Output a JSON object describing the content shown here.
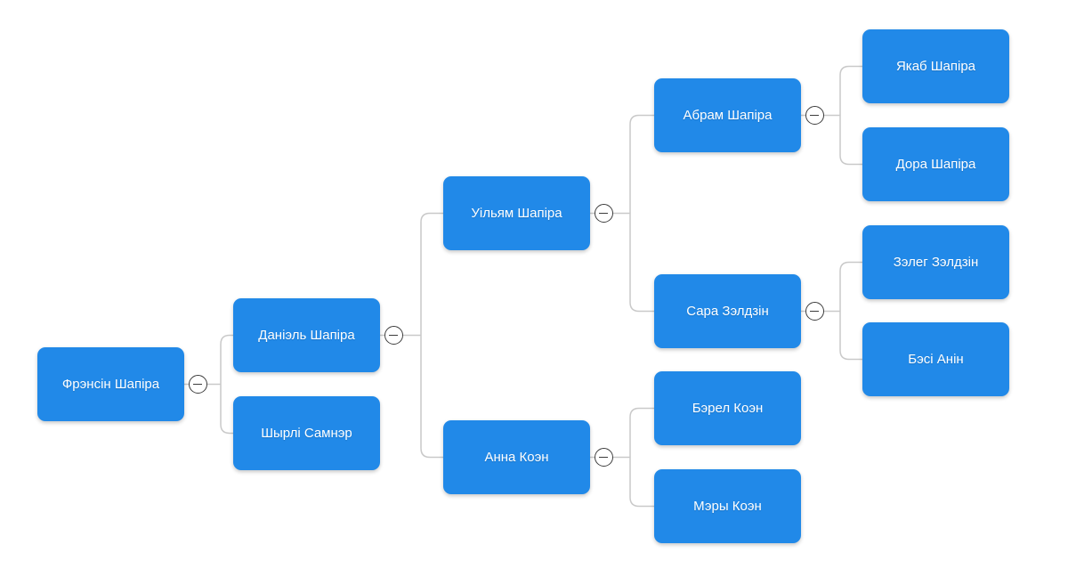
{
  "app": {
    "background_color": "#ffffff"
  },
  "colors": {
    "node_fill": "#2189e8",
    "node_text": "#ffffff",
    "connector_line": "#c9c9c9",
    "toggle_border": "#3c3c3c",
    "toggle_fill": "#ffffff"
  },
  "toggle": {
    "icon": "minus-icon"
  },
  "tree": {
    "root_id": "fransin-shapira",
    "nodes": [
      {
        "id": "fransin-shapira",
        "label": "Фрэнсін Шапіра",
        "children": [
          "daniel-shapira",
          "shyrli-samner"
        ],
        "collapse_toggle": true
      },
      {
        "id": "daniel-shapira",
        "label": "Даніэль Шапіра",
        "children": [
          "uiliam-shapira",
          "anna-koen"
        ],
        "collapse_toggle": true
      },
      {
        "id": "shyrli-samner",
        "label": "Шырлі Самнэр",
        "children": [],
        "collapse_toggle": false
      },
      {
        "id": "uiliam-shapira",
        "label": "Уільям Шапіра",
        "children": [
          "abram-shapira",
          "sara-zeldzin"
        ],
        "collapse_toggle": true
      },
      {
        "id": "anna-koen",
        "label": "Анна Коэн",
        "children": [
          "berel-koen",
          "mary-koen"
        ],
        "collapse_toggle": true
      },
      {
        "id": "abram-shapira",
        "label": "Абрам Шапіра",
        "children": [
          "yakab-shapira",
          "dora-shapira"
        ],
        "collapse_toggle": true
      },
      {
        "id": "sara-zeldzin",
        "label": "Сара Зэлдзін",
        "children": [
          "zeleg-zeldzin",
          "besi-anin"
        ],
        "collapse_toggle": true
      },
      {
        "id": "berel-koen",
        "label": "Бэрел Коэн",
        "children": [],
        "collapse_toggle": false
      },
      {
        "id": "mary-koen",
        "label": "Мэры Коэн",
        "children": [],
        "collapse_toggle": false
      },
      {
        "id": "yakab-shapira",
        "label": "Якаб Шапіра",
        "children": [],
        "collapse_toggle": false
      },
      {
        "id": "dora-shapira",
        "label": "Дора Шапіра",
        "children": [],
        "collapse_toggle": false
      },
      {
        "id": "zeleg-zeldzin",
        "label": "Зэлег Зэлдзін",
        "children": [],
        "collapse_toggle": false
      },
      {
        "id": "besi-anin",
        "label": "Бэсі Анін",
        "children": [],
        "collapse_toggle": false
      }
    ]
  }
}
